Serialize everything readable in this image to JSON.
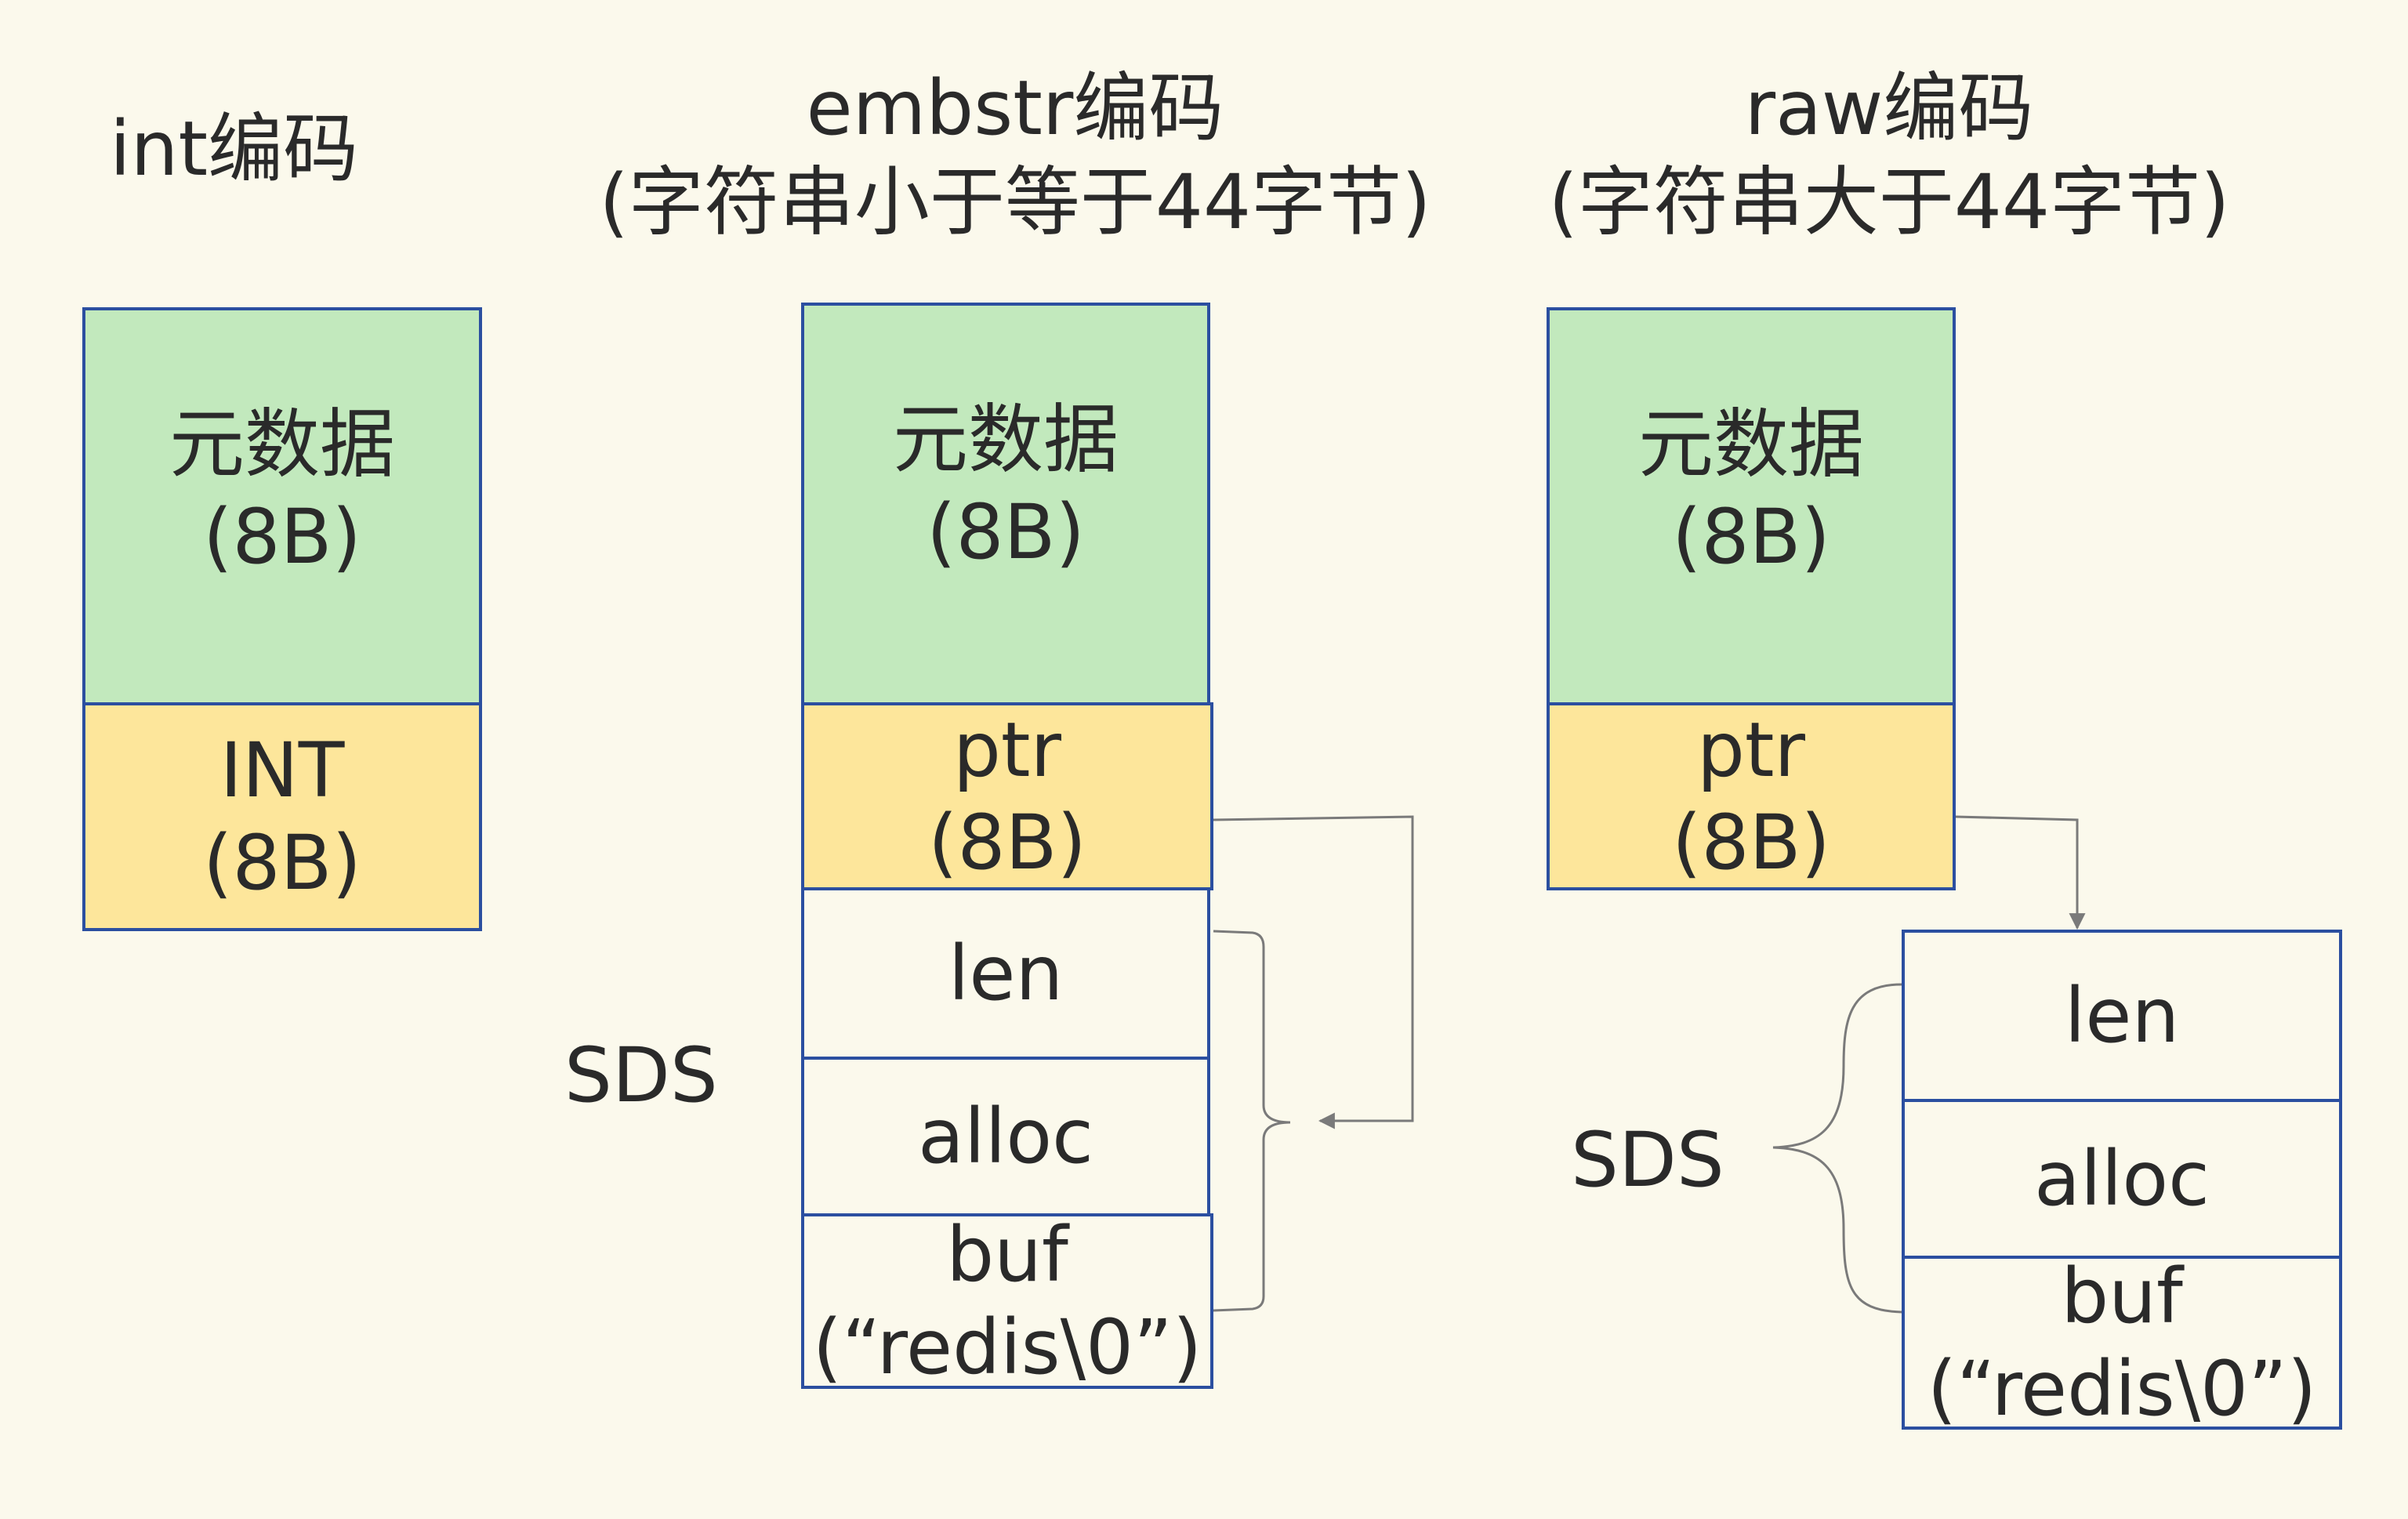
{
  "columns": {
    "int": {
      "title": "int编码",
      "meta": [
        "元数据",
        "(8B)"
      ],
      "value": [
        "INT",
        "(8B)"
      ]
    },
    "embstr": {
      "title": [
        "embstr编码",
        "(字符串小于等于44字节)"
      ],
      "meta": [
        "元数据",
        "(8B)"
      ],
      "ptr": [
        "ptr",
        "(8B)"
      ],
      "sds_label": "SDS",
      "len": "len",
      "alloc": "alloc",
      "buf": [
        "buf",
        "(“redis\\0”)"
      ]
    },
    "raw": {
      "title": [
        "raw编码",
        "(字符串大于44字节)"
      ],
      "meta": [
        "元数据",
        "(8B)"
      ],
      "ptr": [
        "ptr",
        "(8B)"
      ],
      "sds_label": "SDS",
      "len": "len",
      "alloc": "alloc",
      "buf": [
        "buf",
        "(“redis\\0”)"
      ]
    }
  },
  "colors": {
    "metadata_fill": "#c2e9bd",
    "pointer_fill": "#fde69b",
    "border": "#2b4fa0",
    "connector": "#7a7a7a",
    "background": "#fbf9ec"
  }
}
